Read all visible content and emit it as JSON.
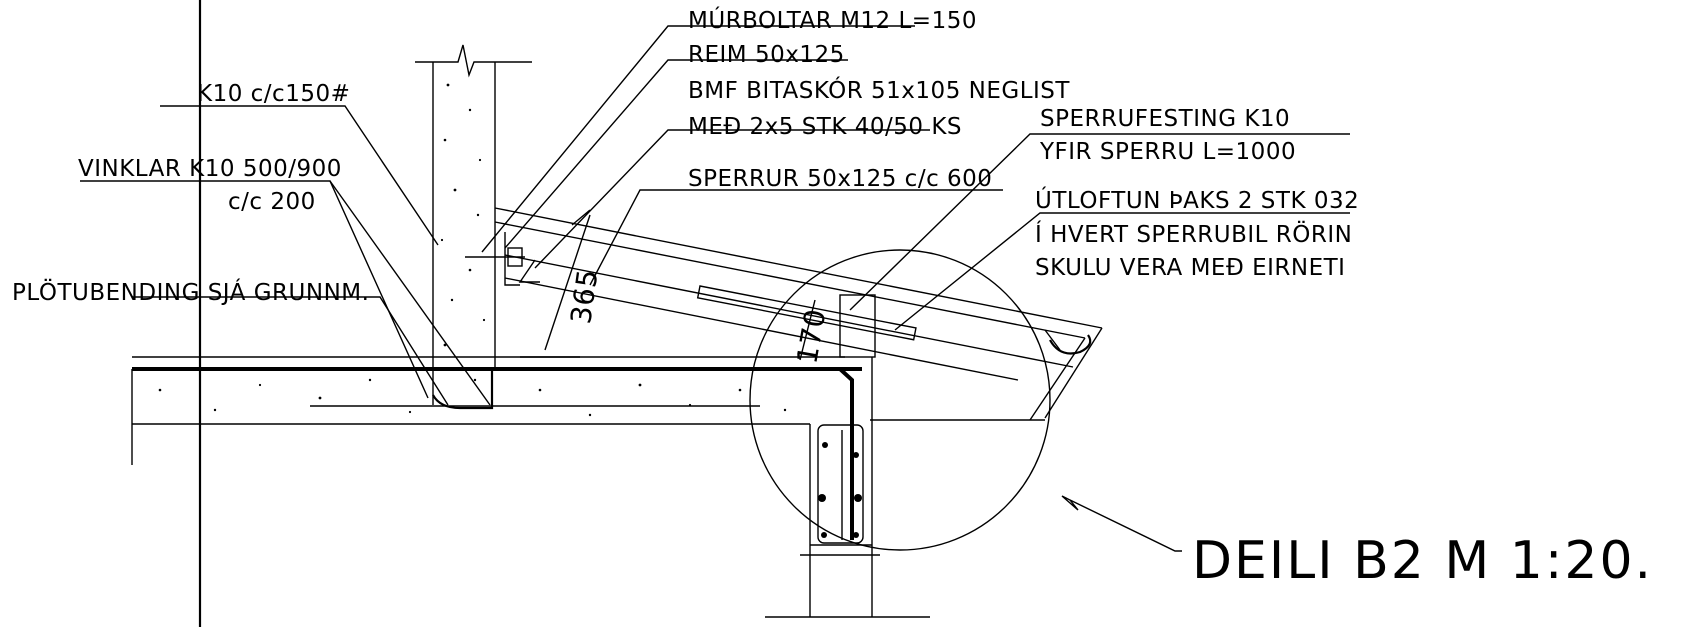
{
  "drawing": {
    "title": "DEILI B2 M 1:20.",
    "labels": {
      "murboltar": "MÚRBOLTAR M12 L=150",
      "reim": "REIM 50x125",
      "bitaskor": "BMF BITASKÓR 51x105 NEGLIST",
      "med": "MEÐ 2x5 STK 40/50 KS",
      "sperrur": "SPERRUR 50x125 c/c 600",
      "k10": "K10 c/c150#",
      "vinklar": "VINKLAR K10 500/900",
      "vinklar_cc": "c/c 200",
      "plotubending": "PLÖTUBENDING SJÁ GRUNNM.",
      "sperrufesting": "SPERRUFESTING K10",
      "yfir_sperru": "YFIR SPERRU L=1000",
      "utloftun_1": "ÚTLOFTUN ÞAKS 2 STK 032",
      "utloftun_2": "Í HVERT SPERRUBIL RÖRIN",
      "utloftun_3": "SKULU VERA MEÐ EIRNETI"
    },
    "dimensions": {
      "d365": "365",
      "d170": "170"
    },
    "colors": {
      "line": "#000000",
      "background": "#ffffff"
    }
  }
}
